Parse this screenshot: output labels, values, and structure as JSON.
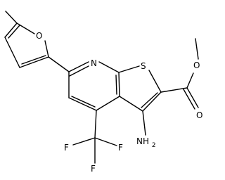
{
  "structure": {
    "atoms": {
      "ring_oxygen": "O",
      "ring_nitrogen": "N",
      "ring_sulfur": "S",
      "ester_oxygen": "O",
      "carbonyl_oxygen": "O",
      "amino": "NH",
      "amino_subscript": "2",
      "fluorine_left": "F",
      "fluorine_center": "F",
      "fluorine_right": "F"
    }
  }
}
